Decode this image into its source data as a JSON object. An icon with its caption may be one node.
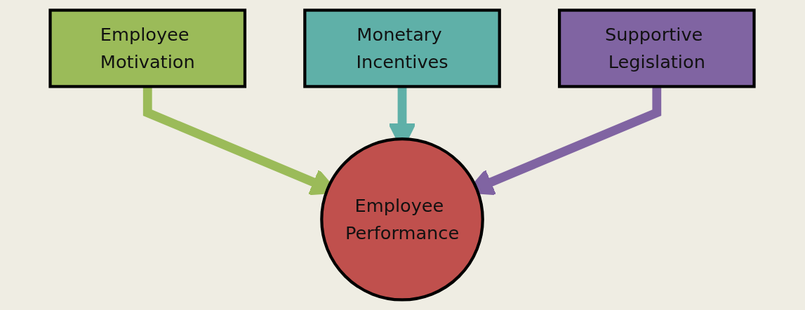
{
  "diagram": {
    "nodes": [
      {
        "text": [
          "Employee Motivation"
        ]
      },
      {
        "text": [
          "Monetary Incentives"
        ]
      },
      {
        "text": [
          "Supportive Legislation"
        ]
      },
      {
        "text": [
          "Employee Performance"
        ]
      }
    ],
    "edges": [
      {
        "from": 0,
        "to": 3,
        "arrow": "to",
        "color": "#9bbb59"
      },
      {
        "from": 1,
        "to": 3,
        "arrow": "to",
        "color": "#5fb0a8"
      },
      {
        "from": 2,
        "to": 3,
        "arrow": "to",
        "color": "#8064a2"
      }
    ]
  }
}
